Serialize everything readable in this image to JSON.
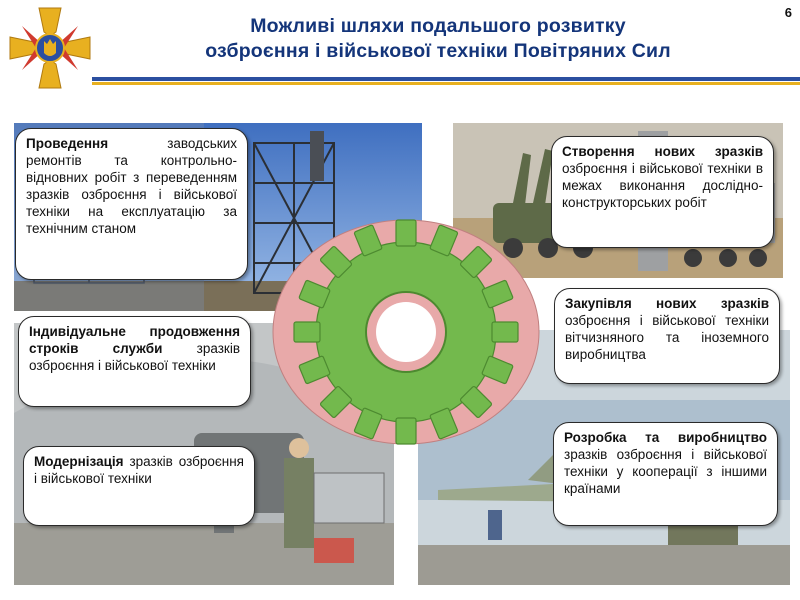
{
  "slide": {
    "page_number": "6",
    "title_line1": "Можливі шляхи подальшого розвитку",
    "title_line2": "озброєння і військової техніки Повітряних Сил"
  },
  "callouts": [
    {
      "id": "repairs",
      "bold": "Проведення",
      "rest": " заводських ремонтів та контрольно-відновних робіт з переведенням зразків озброєння і військової техніки на експлуатацію за технічним станом"
    },
    {
      "id": "extension",
      "bold": "Індивідуальне продовження строків служби",
      "rest": " зразків озброєння і військової техніки"
    },
    {
      "id": "modernization",
      "bold": "Модернізація",
      "rest": " зразків озброєння і військової техніки"
    },
    {
      "id": "new-samples",
      "bold": "Створення нових зразків",
      "rest": " озброєння і військової техніки в межах виконання дослідно-конструкторських робіт"
    },
    {
      "id": "procurement",
      "bold": "Закупівля нових зразків",
      "rest": " озброєння і військової техніки вітчизняного та іноземного виробництва"
    },
    {
      "id": "cooperation",
      "bold": "Розробка та виробництво",
      "rest": " зразків озброєння і військової техніки у кооперації з іншими країнами"
    }
  ],
  "colors": {
    "title": "#14357a",
    "gear_outer": "#e8a9a9",
    "gear_inner": "#73b94d",
    "rule_blue": "#2b4fa0",
    "rule_gold": "#e8b020"
  },
  "icons": {
    "emblem": "air-force-emblem-icon",
    "gear": "gear-icon"
  }
}
